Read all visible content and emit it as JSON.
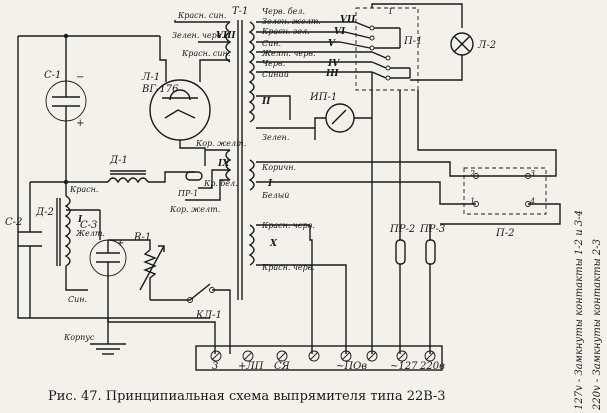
{
  "caption": "Рис. 47. Принципиальная схема выпрямителя типа 22В-3",
  "side_note_1": "127v - Замкнуты контакты 1-2 и 3-4",
  "side_note_2": "220v - Замкнуты контакты 2-3",
  "components": {
    "c1": "С-1",
    "c2": "С-2",
    "c3": "С-3",
    "d1": "Д-1",
    "d2": "Д-2",
    "l1": "Л-1",
    "l1_type": "ВГ-176",
    "l2": "Л-2",
    "t1": "Т-1",
    "p1": "П-1",
    "p2": "П-2",
    "ip1": "ИП-1",
    "r1": "R-1",
    "pr1": "ПР-1",
    "pr2": "ПР-2",
    "pr3": "ПР-3",
    "kl1": "КЛ-1",
    "korpus": "Корпус"
  },
  "wires": {
    "kras_sin": "Красн. син.",
    "zelen_cherv": "Зелен. черв.",
    "kras_sin2": "Красн. син.",
    "kor_zhelt": "Кор. желт.",
    "kr_bel": "Кр. бел.",
    "kor_zhelt2": "Кор. желт.",
    "kras": "Красн.",
    "zhelt": "Желт.",
    "sin": "Син.",
    "cherv_bel": "Черв. бел.",
    "zelen_zhelt": "Зелен. желт.",
    "kras_zel": "Красн. зел.",
    "sin2": "Син.",
    "zhelt_cherv": "Желт. черв.",
    "cherv": "Черв.",
    "siniy": "Синий",
    "zelen": "Зелен.",
    "korichn": "Коричн.",
    "belyi": "Белый",
    "kras_cherv": "Красн. черв.",
    "kras_cherv2": "Красн. черв."
  },
  "windings": {
    "viii": "VIII",
    "ix": "IX",
    "i": "I",
    "ii": "II",
    "iii": "III",
    "x": "X",
    "vii": "VII",
    "vi": "VI",
    "v": "V",
    "iv": "IV",
    "w_i": "I"
  },
  "pins": {
    "plus": "+",
    "minus": "−",
    "c3_plus": "+",
    "p2_1": "1",
    "p2_2": "2",
    "p2_3": "3",
    "p2_4": "4",
    "p1_pin": "1"
  },
  "terminals": [
    "3",
    "+ЛП",
    "СЯ",
    "",
    "~ПОв",
    "",
    "~127",
    "220в"
  ]
}
